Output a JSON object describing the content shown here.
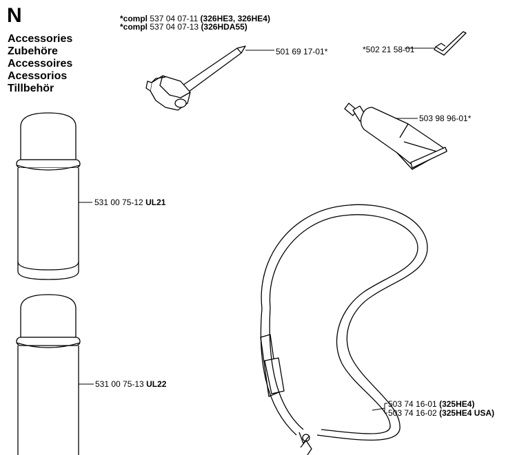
{
  "section": "N",
  "titles": [
    "Accessories",
    "Zubehöre",
    "Accessoires",
    "Acessorios",
    "Tillbehör"
  ],
  "compl_lines": [
    {
      "prefix": "*compl",
      "number": "537 04 07-11",
      "models": "(326HE3, 326HE4)"
    },
    {
      "prefix": "*compl",
      "number": "537 04 07-13",
      "models": "(326HDA55)"
    }
  ],
  "parts": {
    "combination_wrench": {
      "number": "501 69 17-01*"
    },
    "hex_key": {
      "number": "*502 21 58-01"
    },
    "grease_tube": {
      "number": "503 98 96-01*"
    },
    "spray_can_1": {
      "number": "531 00 75-12",
      "code": "UL21"
    },
    "spray_can_2": {
      "number": "531 00 75-13",
      "code": "UL22"
    },
    "harness_1": {
      "number": "503 74 16-01",
      "models": "(325HE4)"
    },
    "harness_2": {
      "number": "503 74 16-02",
      "models": "(325HE4 USA)"
    }
  }
}
